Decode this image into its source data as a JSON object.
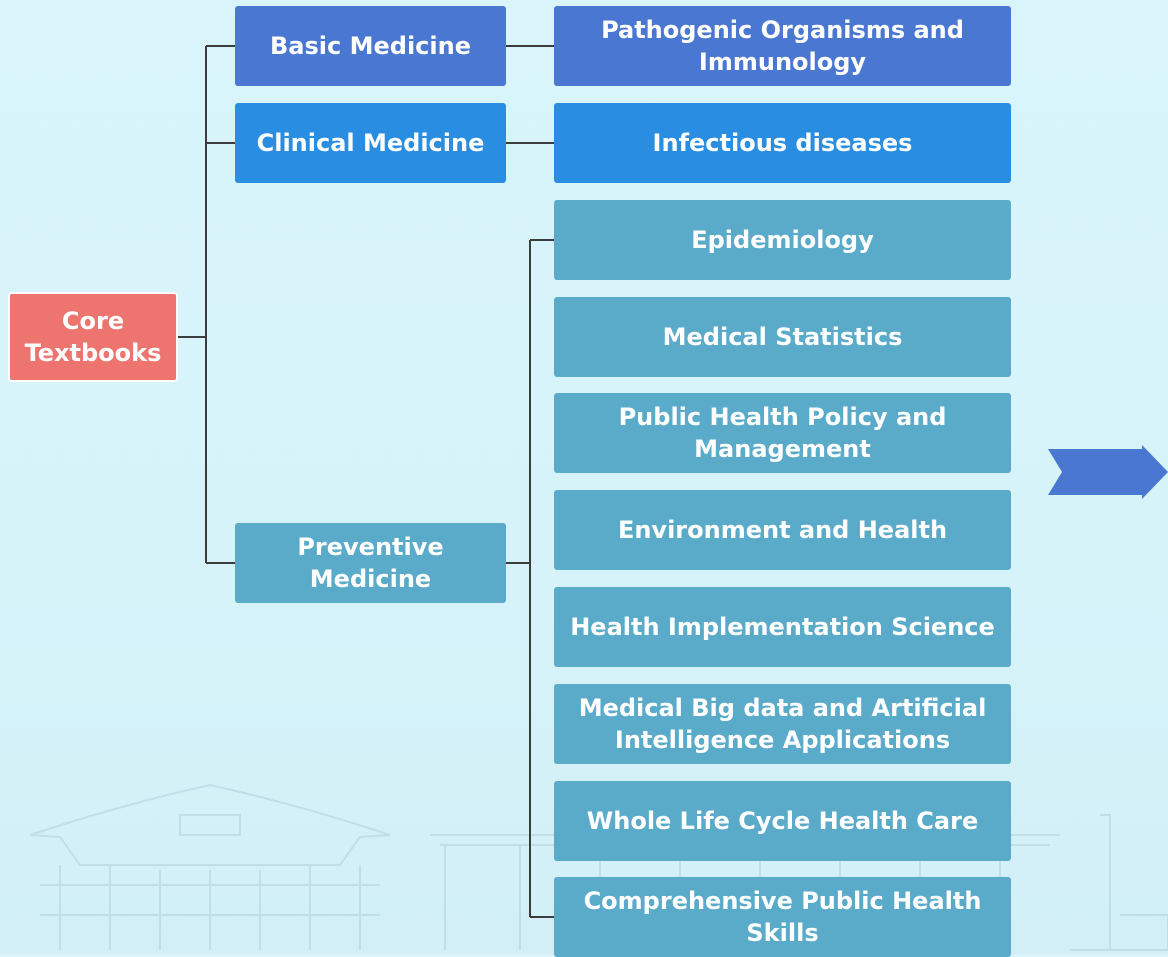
{
  "diagram": {
    "root": {
      "label": "Core\nTextbooks"
    },
    "branches": [
      {
        "label": "Basic Medicine",
        "color": "#4a77d1",
        "children": [
          "Pathogenic Organisms and\nImmunology"
        ]
      },
      {
        "label": "Clinical Medicine",
        "color": "#298de2",
        "children": [
          "Infectious diseases"
        ]
      },
      {
        "label": "Preventive\nMedicine",
        "color": "#5aabc9",
        "children": [
          "Epidemiology",
          "Medical Statistics",
          "Public Health Policy and\nManagement",
          "Environment and Health",
          "Health Implementation Science",
          "Medical Big data and Artificial\nIntelligence Applications",
          "Whole Life Cycle Health Care",
          "Comprehensive Public Health\nSkills"
        ]
      }
    ]
  },
  "colors": {
    "root": "#ee756f",
    "connector": "#3c3c3c",
    "arrow": "#4a77d1",
    "background": "#d8f4fb"
  },
  "icons": {
    "arrow": "right-arrow-icon"
  }
}
